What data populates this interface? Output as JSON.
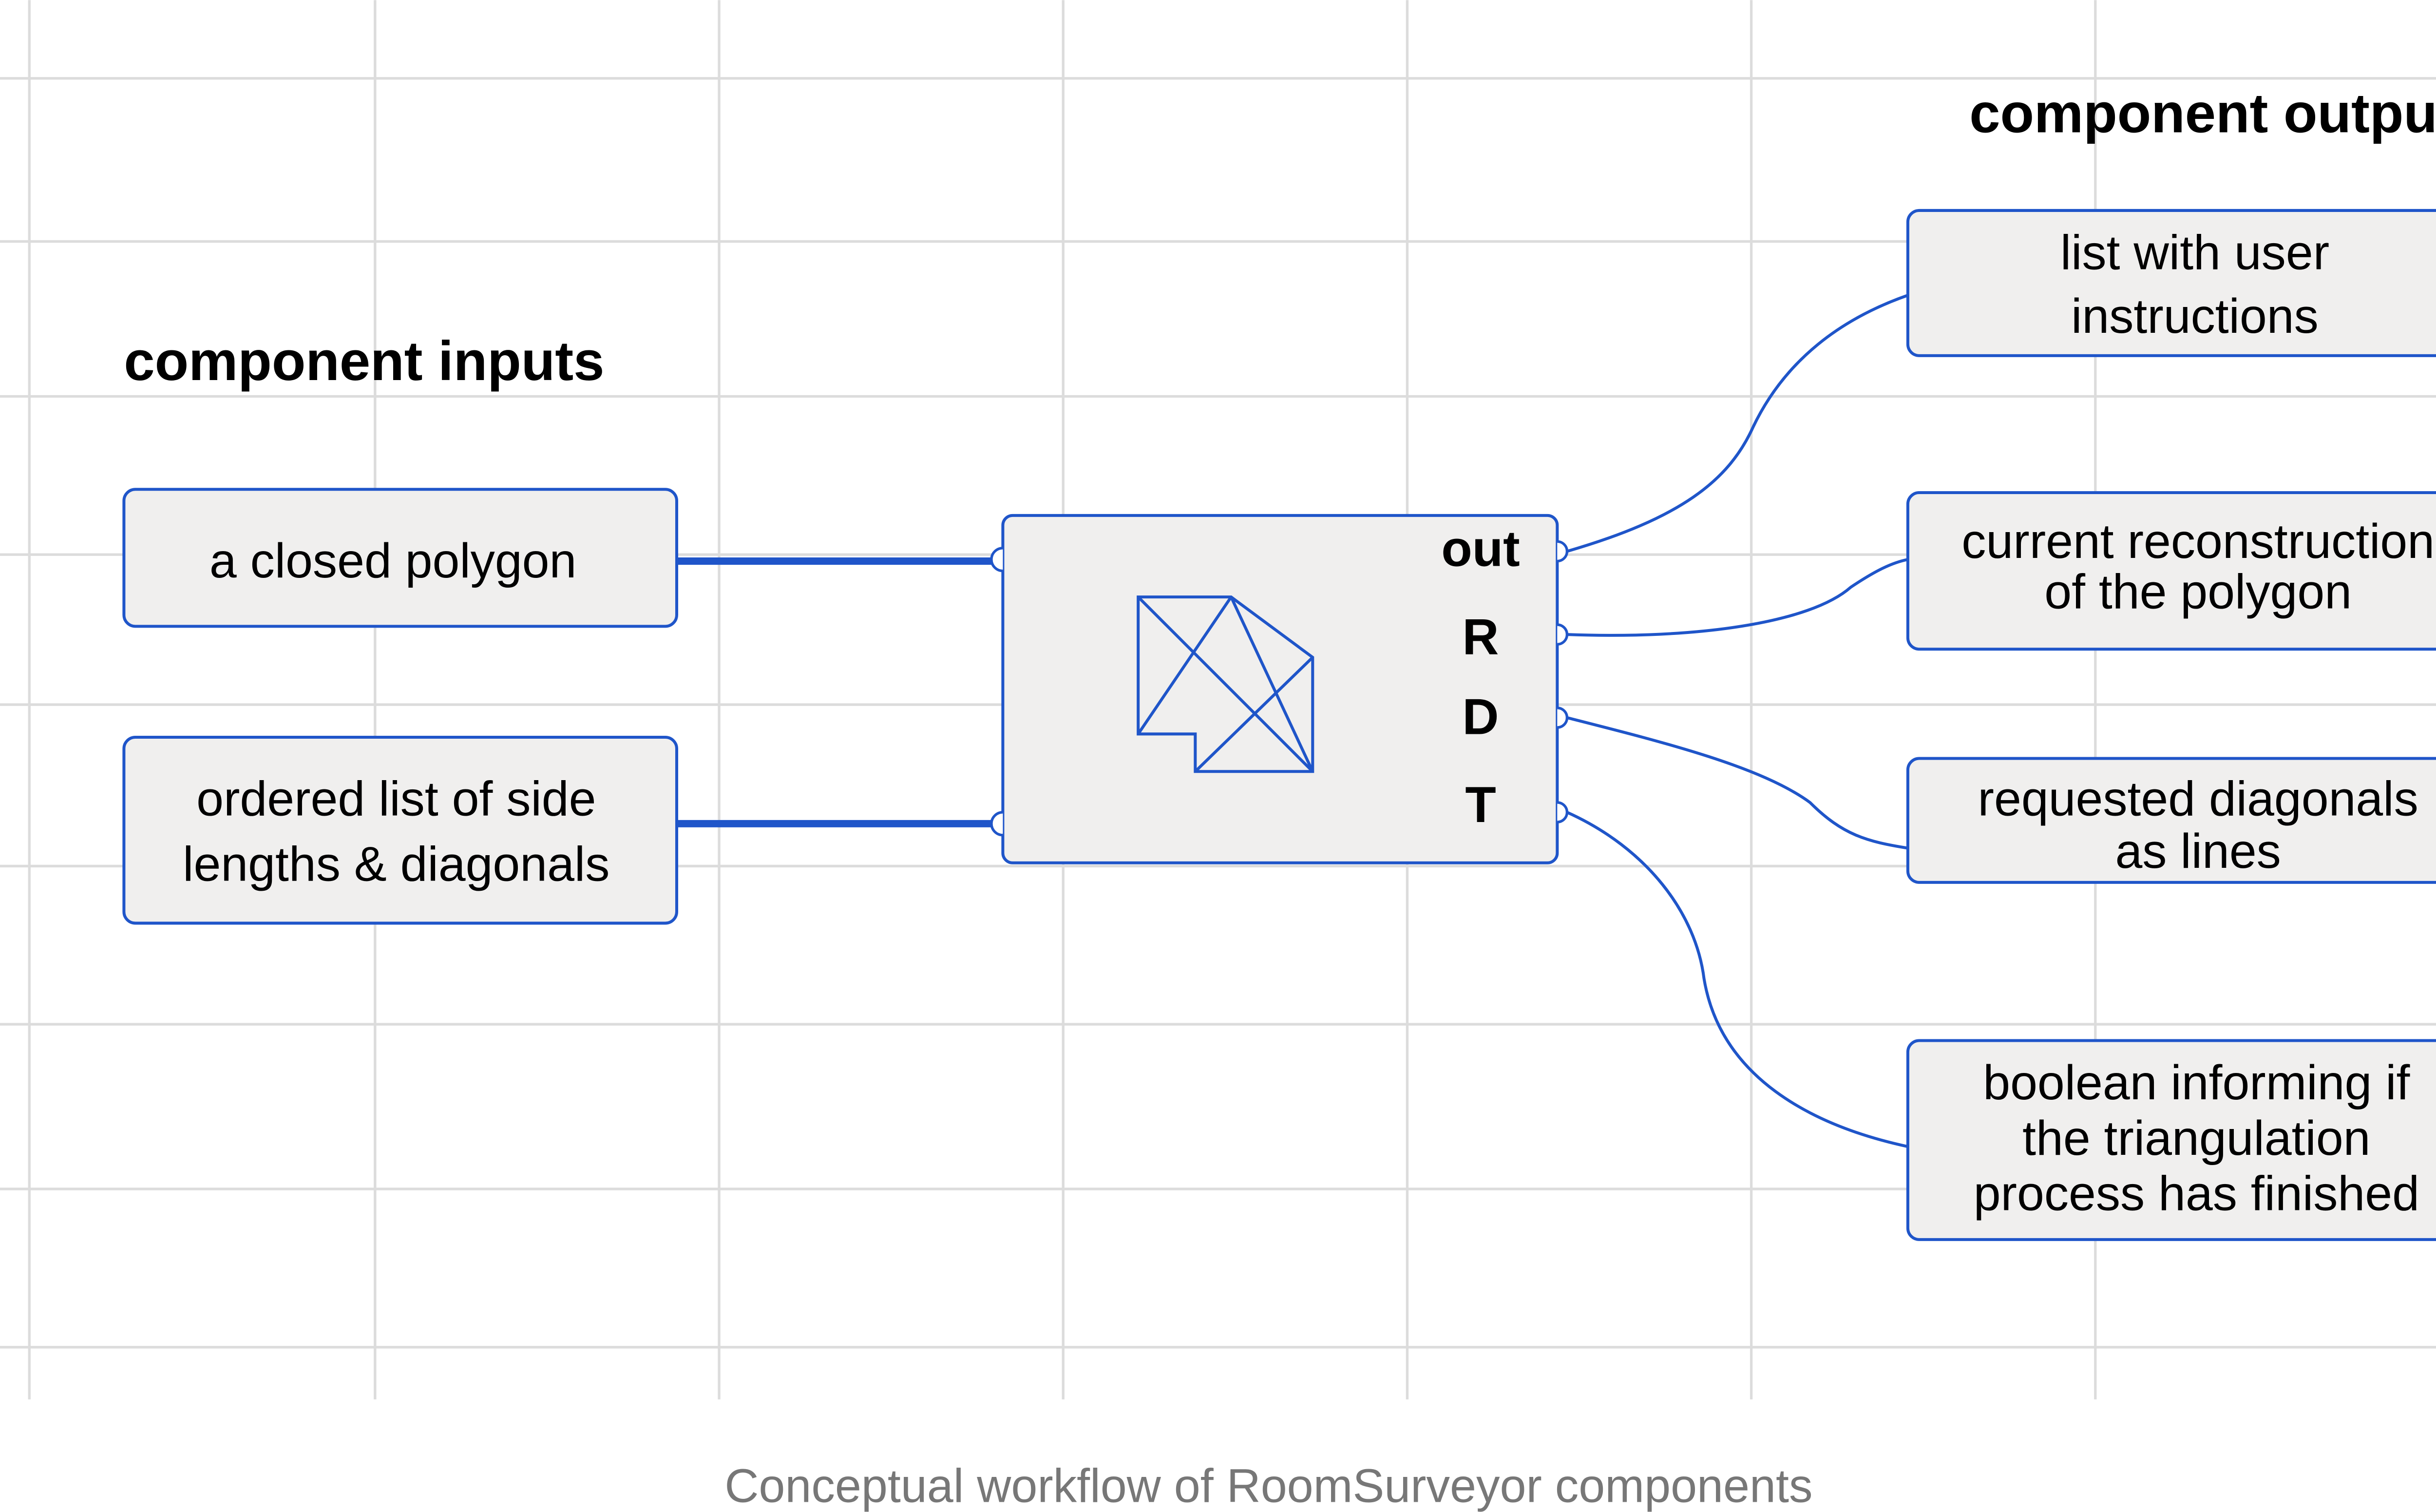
{
  "inputs_heading": "component inputs",
  "outputs_heading": "component outputs",
  "inputs": [
    {
      "lines": [
        "a closed polygon"
      ]
    },
    {
      "lines": [
        "ordered list of side",
        "lengths & diagonals"
      ]
    }
  ],
  "component": {
    "icon": "triangulated-polygon-icon",
    "ports": [
      "out",
      "R",
      "D",
      "T"
    ]
  },
  "outputs": [
    {
      "lines": [
        "list with user",
        "instructions"
      ]
    },
    {
      "lines": [
        "current reconstruction",
        "of the polygon"
      ]
    },
    {
      "lines": [
        "requested diagonals",
        "as lines"
      ]
    },
    {
      "lines": [
        "boolean informing if",
        "the triangulation",
        "process has finished"
      ]
    }
  ],
  "caption": "Conceptual workflow of RoomSurveyor components",
  "colors": {
    "accent": "#1f55c9",
    "box_fill": "#f0efee",
    "grid": "#dcdcdc",
    "text": "#000000",
    "caption": "#777777"
  }
}
